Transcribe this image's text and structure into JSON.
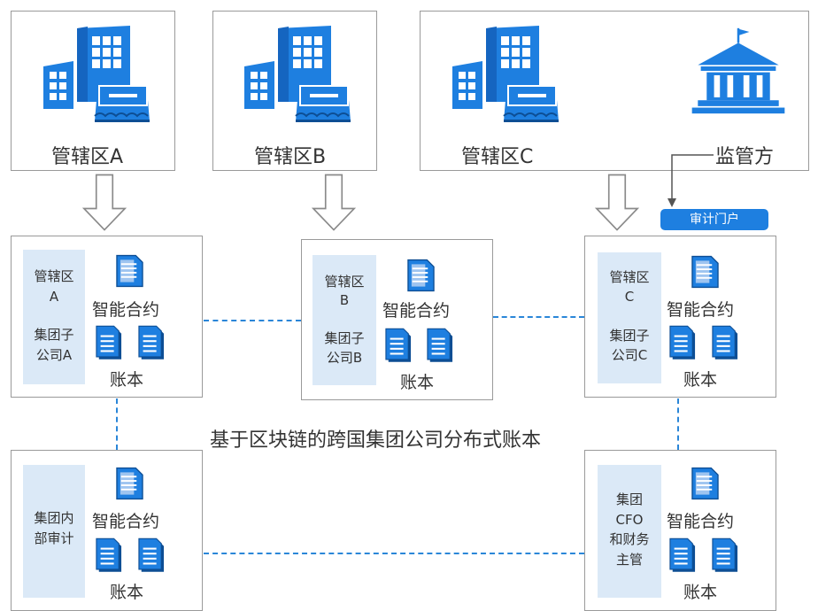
{
  "colors": {
    "icon_blue": "#1e7fe0",
    "dash_blue": "#2a86d8",
    "panel_blue": "#dbe9f7",
    "border": "#9a9a9a"
  },
  "top_boxes": {
    "a_label": "管辖区A",
    "b_label": "管辖区B",
    "c_label": "管辖区C",
    "regulator_label": "监管方"
  },
  "audit_portal": "审计门户",
  "nodes": {
    "a": {
      "side": [
        "管辖区",
        "A",
        "集团子",
        "公司A"
      ],
      "contract": "智能合约",
      "ledger": "账本"
    },
    "b": {
      "side": [
        "管辖区",
        "B",
        "集团子",
        "公司B"
      ],
      "contract": "智能合约",
      "ledger": "账本"
    },
    "c": {
      "side": [
        "管辖区",
        "C",
        "集团子",
        "公司C"
      ],
      "contract": "智能合约",
      "ledger": "账本"
    },
    "audit": {
      "side": [
        "集团内",
        "部审计"
      ],
      "contract": "智能合约",
      "ledger": "账本"
    },
    "cfo": {
      "side": [
        "集团",
        "CFO",
        "和财务",
        "主管"
      ],
      "contract": "智能合约",
      "ledger": "账本"
    }
  },
  "center_caption": "基于区块链的跨国集团公司分布式账本",
  "icons": [
    "office-building-icon",
    "government-building-icon",
    "smart-contract-document-icon",
    "ledger-document-icon",
    "down-arrow-icon"
  ]
}
